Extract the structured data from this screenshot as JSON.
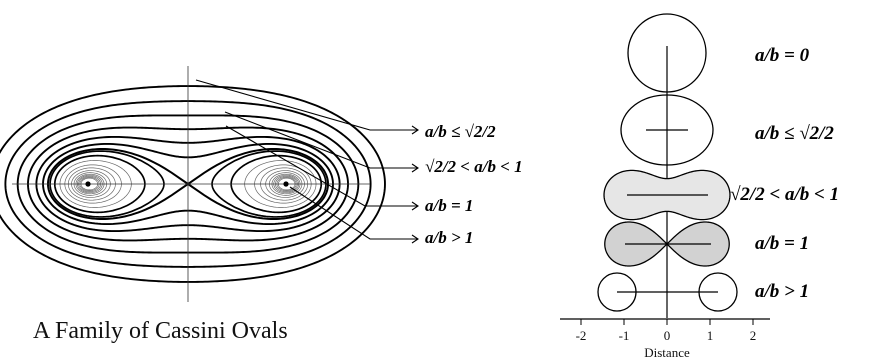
{
  "caption": "A Family of  Cassini Ovals",
  "left_labels": [
    {
      "text": "a/b ≤ √2/2"
    },
    {
      "text": "√2/2 < a/b < 1"
    },
    {
      "text": "a/b = 1"
    },
    {
      "text": "a/b > 1"
    }
  ],
  "right_labels": [
    {
      "text": "a/b = 0"
    },
    {
      "text": "a/b ≤ √2/2"
    },
    {
      "text": "√2/2 < a/b < 1"
    },
    {
      "text": "a/b = 1"
    },
    {
      "text": "a/b > 1"
    }
  ],
  "axis": {
    "title": "Distance",
    "ticks": [
      "-2",
      "-1",
      "0",
      "1",
      "2"
    ]
  },
  "colors": {
    "stroke": "#000000",
    "fill_light": "#e6e6e6",
    "fill_mid": "#d2d2d2",
    "background": "#ffffff"
  }
}
